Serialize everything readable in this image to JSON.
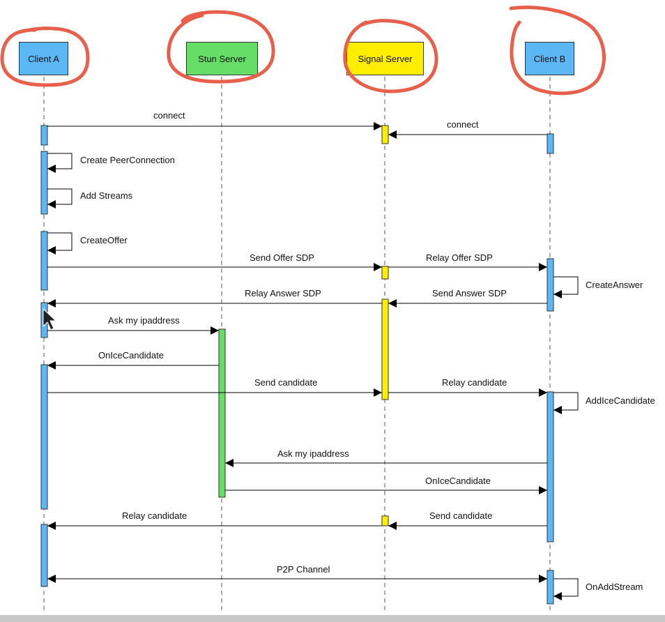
{
  "colors": {
    "client": "#5bb8f5",
    "stun": "#66dd66",
    "signal": "#ffee00",
    "highlight": "#e8604c"
  },
  "participants": {
    "client_a": "Client A",
    "stun": "Stun Server",
    "signal": "Signal Server",
    "client_b": "Client B"
  },
  "messages": {
    "connect_a": "connect",
    "connect_b": "connect",
    "create_peer": "Create PeerConnection",
    "add_streams": "Add Streams",
    "create_offer": "CreateOffer",
    "send_offer": "Send Offer SDP",
    "relay_offer": "Relay Offer SDP",
    "create_answer": "CreateAnswer",
    "relay_answer": "Relay Answer SDP",
    "send_answer": "Send Answer SDP",
    "ask_ip_a": "Ask my ipaddress",
    "onice_a": "OnIceCandidate",
    "send_cand_a": "Send candidate",
    "relay_cand_b": "Relay candidate",
    "add_ice": "AddIceCandidate",
    "ask_ip_b": "Ask my ipaddress",
    "onice_b": "OnIceCandidate",
    "relay_cand_a": "Relay candidate",
    "send_cand_b": "Send candidate",
    "p2p": "P2P Channel",
    "on_add_stream": "OnAddStream"
  }
}
